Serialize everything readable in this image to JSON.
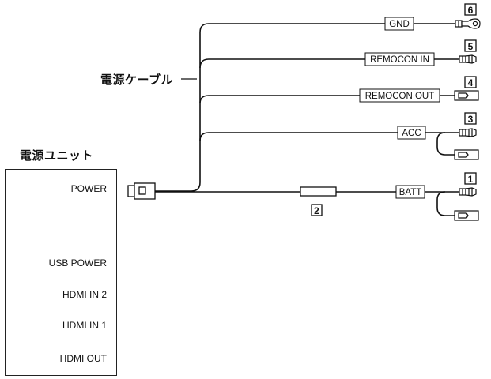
{
  "cable_label": "電源ケーブル",
  "unit": {
    "title": "電源ユニット",
    "ports": [
      "POWER",
      "USB POWER",
      "HDMI IN 2",
      "HDMI IN 1",
      "HDMI OUT"
    ]
  },
  "wires": [
    {
      "number": "6",
      "label": "GND"
    },
    {
      "number": "5",
      "label": "REMOCON IN"
    },
    {
      "number": "4",
      "label": "REMOCON OUT"
    },
    {
      "number": "3",
      "label": "ACC"
    },
    {
      "number": "1",
      "label": "BATT"
    }
  ],
  "fuse_number": "2"
}
